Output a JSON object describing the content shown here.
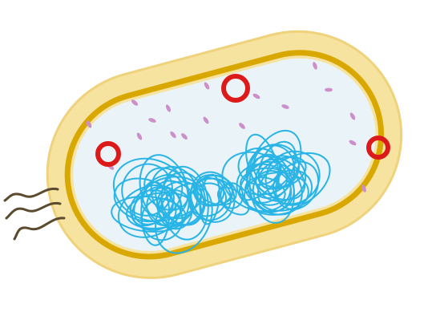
{
  "colors": {
    "capsule": "#f6e39f",
    "capsule_edge": "#efd27c",
    "cell_wall": "#d9a800",
    "cytoplasm": "#eaf3f8",
    "nucleoid": "#29b4e6",
    "plasmid": "#dd1a1a",
    "ribosome": "#cc8fc9",
    "flagellum": "#5b4a2e"
  },
  "parts": {
    "capsule": "capsule",
    "cell_wall": "cell-wall",
    "cytoplasm": "cytoplasm",
    "nucleoid": "nucleoid-dna",
    "plasmid": "plasmid",
    "ribosome": "ribosome",
    "flagellum": "flagellum"
  },
  "counts": {
    "plasmids": 3,
    "ribosomes": 18,
    "flagella": 3
  }
}
